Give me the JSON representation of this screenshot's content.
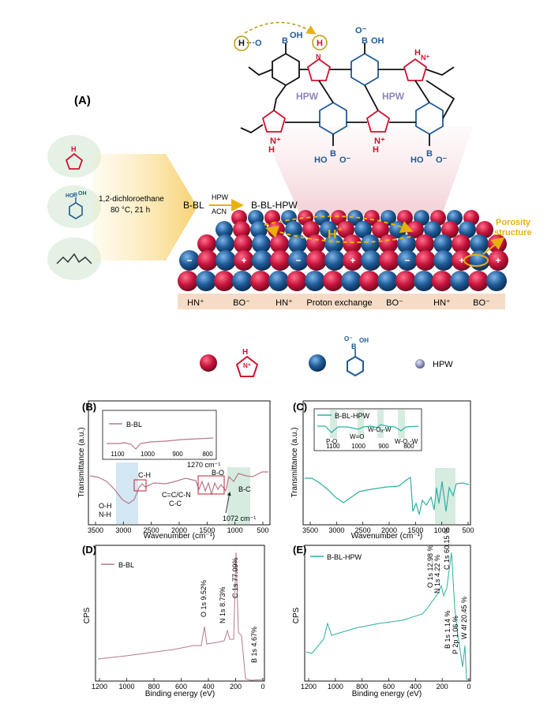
{
  "panel_a": {
    "label": "(A)",
    "chem_labels": {
      "hpw_left": "HPW",
      "hpw_right": "HPW"
    },
    "reaction": {
      "conditions_line1": "1,2-dichloroethane",
      "conditions_line2": "80 °C, 21 h",
      "start": "B-BL",
      "reagent_top": "HPW",
      "reagent_bottom": "ACN",
      "product": "B-BL-HPW"
    },
    "spheres": {
      "porosity_line1": "Porosity",
      "porosity_line2": "structure",
      "proton_symbol": "H",
      "proton_charge": "+"
    },
    "bottom_band": [
      "HN+",
      "BO-",
      "HN+",
      "Proton exchange",
      "BO-",
      "HN+",
      "BO-"
    ],
    "legend": {
      "hpw": "HPW"
    },
    "colors": {
      "red": "#c8143c",
      "blue": "#1f5a96",
      "gold": "#e8b10a",
      "band": "#f6dcc6"
    }
  },
  "panel_b": {
    "label": "(B)",
    "ylabel": "Transmittance (a.u.)",
    "xlabel": "Wavenumber (cm⁻¹)",
    "xticks": [
      "3500",
      "3000",
      "2500",
      "2000",
      "1500",
      "1000",
      "500"
    ],
    "inset_legend": "B-BL",
    "inset_xticks": [
      "1100",
      "1000",
      "900",
      "800"
    ],
    "annotations": {
      "oh": "O-H",
      "nh": "N-H",
      "ch": "C-H",
      "ccn": "C=C/C-N",
      "cc": "C-C",
      "bo": "B-O",
      "bc": "B-C",
      "peak1270": "1270 cm⁻¹",
      "peak1072": "1072 cm⁻¹"
    }
  },
  "panel_c": {
    "label": "(C)",
    "ylabel": "Transmittance (a.u.)",
    "xlabel": "Wavenumber (cm⁻¹)",
    "xticks": [
      "3500",
      "3000",
      "2500",
      "2000",
      "1500",
      "1000",
      "500"
    ],
    "inset_legend": "B-BL-HPW",
    "inset_xticks": [
      "1100",
      "1000",
      "900",
      "800"
    ],
    "annotations": {
      "po": "P-O",
      "wo": "W=O",
      "wow1": "W-Oₐ-W",
      "wow2": "W-O꜀-W"
    }
  },
  "panel_d": {
    "label": "(D)",
    "ylabel": "CPS",
    "xlabel": "Binding energy (eV)",
    "xticks": [
      "1200",
      "1000",
      "800",
      "600",
      "400",
      "200",
      "0"
    ],
    "legend": "B-BL",
    "peaks": [
      "O 1s 9.52%",
      "N 1s 8.73%",
      "C 1s 77.09%",
      "B 1s 4.67%"
    ]
  },
  "panel_e": {
    "label": "(E)",
    "ylabel": "CPS",
    "xlabel": "Binding energy (eV)",
    "xticks": [
      "1200",
      "1000",
      "800",
      "600",
      "400",
      "200",
      "0"
    ],
    "legend": "B-BL-HPW",
    "peaks": [
      "O 1s 12.98 %",
      "N 1s 4.22 %",
      "C 1s 60.15 %",
      "B 1s 1.14 %",
      "P 2p 1.06 %",
      "W 4f 20.45 %"
    ]
  }
}
